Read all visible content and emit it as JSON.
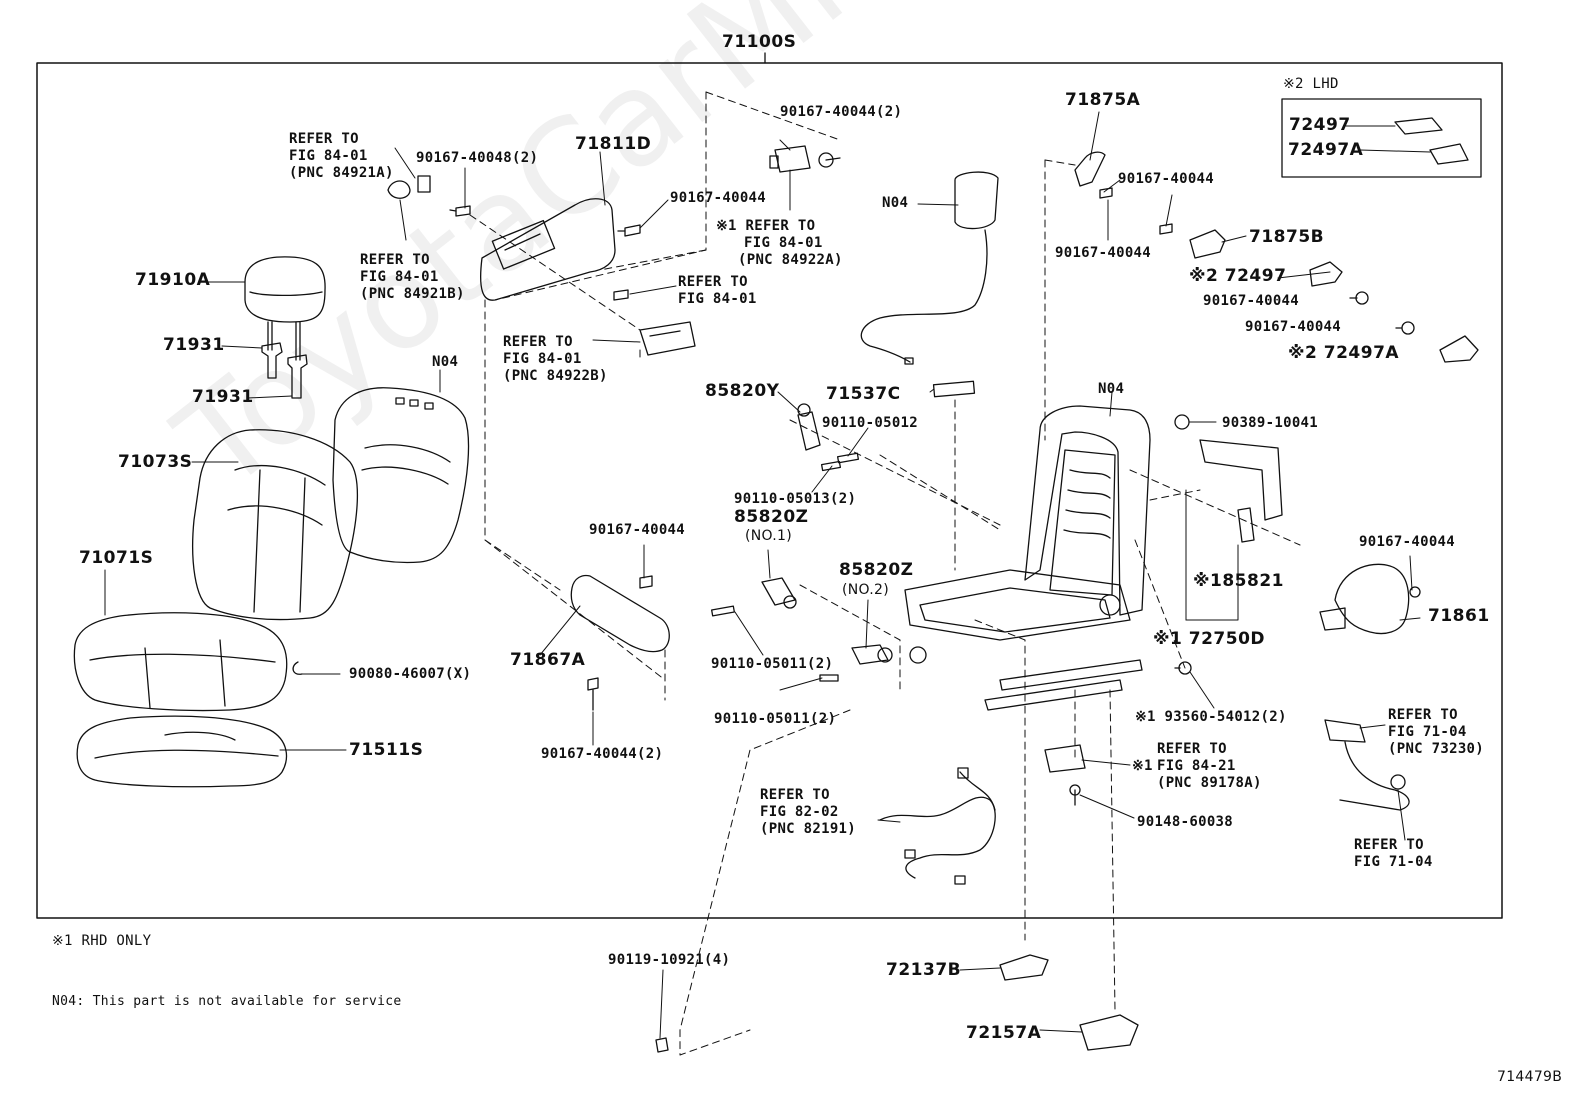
{
  "diagram_id": "714479B",
  "assembly": "71100S",
  "watermark": "ToyotaCarMine.ru",
  "lhd_box_title": "※2 LHD",
  "notes": {
    "rhd": "※1 RHD ONLY",
    "n04": "N04: This part is not available for service"
  },
  "labels": {
    "refer_a": [
      "REFER TO",
      "FIG 84-01",
      "(PNC 84921A)"
    ],
    "p_90167_40048": "90167-40048(2)",
    "refer_b": [
      "REFER TO",
      "FIG 84-01",
      "(PNC 84921B)"
    ],
    "p_71811D": "71811D",
    "p_90167_40044_top": "90167-40044",
    "p_90167_40044_2_top": "90167-40044(2)",
    "refer_c": [
      "※1 REFER TO",
      "FIG 84-01",
      "(PNC 84922A)"
    ],
    "refer_d": [
      "REFER TO",
      "FIG 84-01"
    ],
    "refer_e": [
      "REFER TO",
      "FIG 84-01",
      "(PNC 84922B)"
    ],
    "p_71910A": "71910A",
    "p_71931_a": "71931",
    "p_71931_b": "71931",
    "n04_a": "N04",
    "n04_b": "N04",
    "n04_c": "N04",
    "p_71073S": "71073S",
    "p_71071S": "71071S",
    "p_90080": "90080-46007(X)",
    "p_71511S": "71511S",
    "p_90167_mid": "90167-40044",
    "p_71867A": "71867A",
    "p_90167_2_bot": "90167-40044(2)",
    "p_85820Y": "85820Y",
    "p_71537C": "71537C",
    "p_90110_05012": "90110-05012",
    "p_90110_05013": "90110-05013(2)",
    "p_85820Z_1": "85820Z",
    "no1": "(NO.1)",
    "p_85820Z_2": "85820Z",
    "no2": "(NO.2)",
    "p_90110_05011_a": "90110-05011(2)",
    "p_90110_05011_b": "90110-05011(2)",
    "refer_f": [
      "REFER TO",
      "FIG 82-02",
      "(PNC 82191)"
    ],
    "p_90119": "90119-10921(4)",
    "p_72137B": "72137B",
    "p_72157A": "72157A",
    "p_71875A": "71875A",
    "p_90167_r1": "90167-40044",
    "p_90167_r2": "90167-40044",
    "p_71875B": "71875B",
    "p_72497_m": "※2 72497",
    "p_90167_r3": "90167-40044",
    "p_90167_r4": "90167-40044",
    "p_72497A_m": "※2 72497A",
    "p_72497_box": "72497",
    "p_72497A_box": "72497A",
    "p_90389": "90389-10041",
    "p_85821": "※185821",
    "p_72750D": "※1 72750D",
    "p_90167_r5": "90167-40044",
    "p_71861": "71861",
    "p_93560": "※1 93560-54012(2)",
    "refer_g": [
      "REFER TO",
      "FIG 71-04",
      "(PNC 73230)"
    ],
    "refer_h": [
      "※1",
      "REFER TO",
      "FIG 84-21",
      "(PNC 89178A)"
    ],
    "p_90148": "90148-60038",
    "refer_i": [
      "REFER TO",
      "FIG 71-04"
    ]
  }
}
